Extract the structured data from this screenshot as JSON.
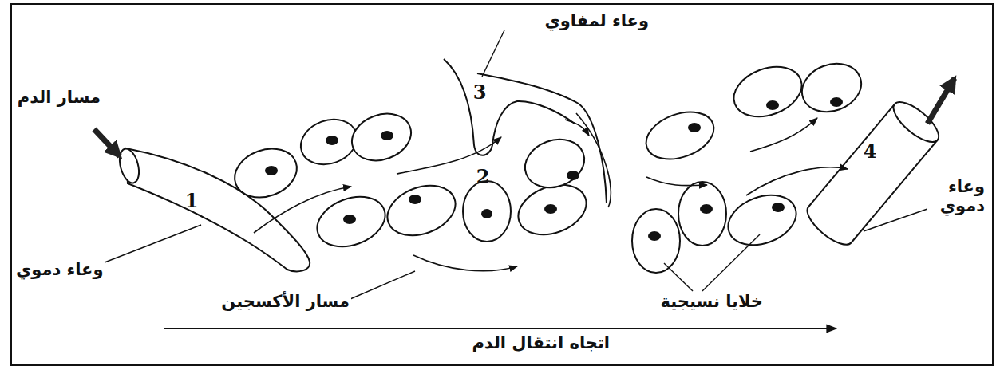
{
  "diagram": {
    "labels": [
      "مسار الدم",
      "1",
      "وعاء دموي",
      "وعاء لمفاوي",
      "3",
      "2",
      "مسار الأكسجين",
      "خلايا نسيجية",
      "4",
      "وعاء دموي",
      "اتجاه انتقال الدم"
    ]
  }
}
